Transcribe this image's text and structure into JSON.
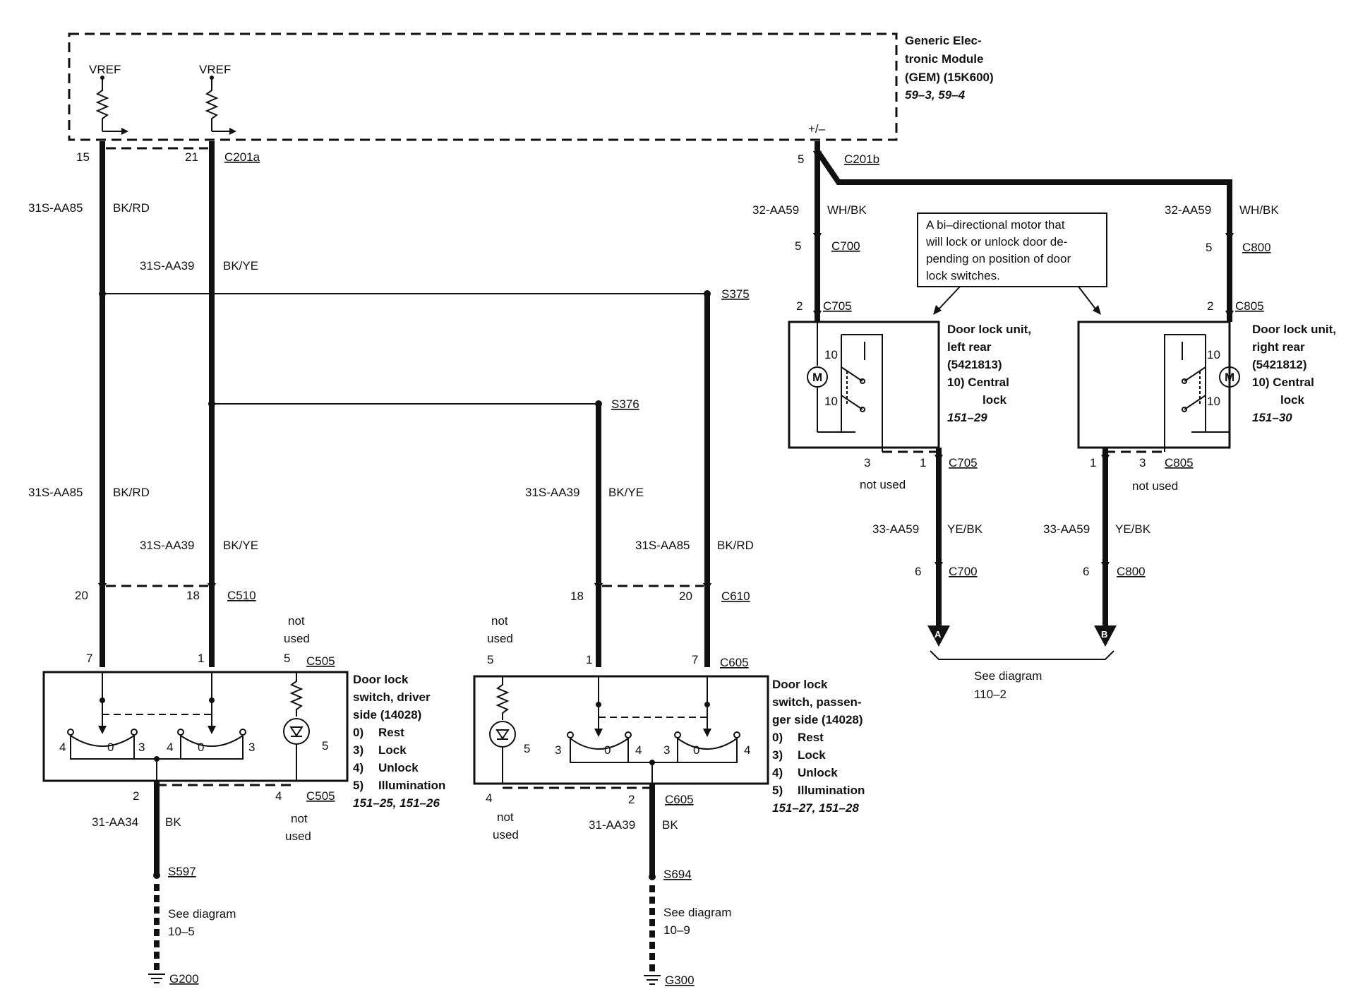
{
  "gem": {
    "vref_left": "VREF",
    "vref_right": "VREF",
    "title": [
      "Generic Elec-",
      "tronic Module",
      "(GEM) (15K600)"
    ],
    "pages": "59–3, 59–4",
    "plusminus": "+/–",
    "pin_15": "15",
    "pin_21": "21",
    "conn_a": "C201a",
    "pin_5": "5",
    "conn_b": "C201b"
  },
  "left_harness": {
    "circuit_85_top": "31S-AA85",
    "color_85_top": "BK/RD",
    "circuit_39_top": "31S-AA39",
    "color_39_top": "BK/YE",
    "circuit_85_mid": "31S-AA85",
    "color_85_mid": "BK/RD",
    "circuit_39_mid": "31S-AA39",
    "color_39_mid": "BK/YE",
    "pin_20": "20",
    "pin_18": "18",
    "conn": "C510",
    "splice_s376": "S376"
  },
  "driver_switch": {
    "pin_7": "7",
    "pin_1": "1",
    "pin_5": "5",
    "conn_top": "C505",
    "not_used_top": [
      "not",
      "used"
    ],
    "title": [
      "Door lock",
      "switch, driver",
      "side (14028)"
    ],
    "positions": [
      {
        "n": "0)",
        "t": "Rest"
      },
      {
        "n": "3)",
        "t": "Lock"
      },
      {
        "n": "4)",
        "t": "Unlock"
      },
      {
        "n": "5)",
        "t": "Illumination"
      }
    ],
    "pages": "151–25, 151–26",
    "contact_labels": [
      "4",
      "0",
      "3",
      "4",
      "0",
      "3"
    ],
    "lamp_pin": "5",
    "pin_2": "2",
    "pin_4": "4",
    "conn_bottom": "C505",
    "not_used_bottom": [
      "not",
      "used"
    ],
    "circuit": "31-AA34",
    "color": "BK",
    "splice": "S597",
    "see_diagram": [
      "See diagram",
      "10–5"
    ],
    "ground": "G200"
  },
  "passenger_switch": {
    "splice_s375": "S375",
    "circuit_39": "31S-AA39",
    "color_39": "BK/YE",
    "circuit_85": "31S-AA85",
    "color_85": "BK/RD",
    "pin_18": "18",
    "pin_20": "20",
    "conn_c610": "C610",
    "not_used_top": [
      "not",
      "used"
    ],
    "pin_5": "5",
    "pin_1": "1",
    "pin_7": "7",
    "conn_top": "C605",
    "title": [
      "Door lock",
      "switch, passen-",
      "ger side (14028)"
    ],
    "positions": [
      {
        "n": "0)",
        "t": "Rest"
      },
      {
        "n": "3)",
        "t": "Lock"
      },
      {
        "n": "4)",
        "t": "Unlock"
      },
      {
        "n": "5)",
        "t": "Illumination"
      }
    ],
    "pages": "151–27, 151–28",
    "contact_labels": [
      "3",
      "0",
      "4",
      "3",
      "0",
      "4"
    ],
    "lamp_pin": "5",
    "pin_4": "4",
    "pin_2": "2",
    "conn_bottom": "C605",
    "not_used_bottom": [
      "not",
      "used"
    ],
    "circuit": "31-AA39",
    "color": "BK",
    "splice": "S694",
    "see_diagram": [
      "See diagram",
      "10–9"
    ],
    "ground": "G300"
  },
  "left_rear": {
    "circuit_top": "32-AA59",
    "color_top": "WH/BK",
    "pin_c700": "5",
    "conn_c700": "C700",
    "pin_c705": "2",
    "conn_c705": "C705",
    "title": [
      "Door lock unit,",
      "left rear",
      "(5421813)",
      "10) Central",
      "lock"
    ],
    "pages": "151–29",
    "motor": "M",
    "pos_top": "10",
    "pos_bottom": "10",
    "pin_3": "3",
    "pin_1": "1",
    "conn_bottom": "C705",
    "not_used": "not used",
    "circuit_bottom": "33-AA59",
    "color_bottom": "YE/BK",
    "pin_6": "6",
    "conn_c700_bottom": "C700",
    "arrow": "A"
  },
  "right_rear": {
    "circuit_top": "32-AA59",
    "color_top": "WH/BK",
    "pin_c800": "5",
    "conn_c800": "C800",
    "pin_c805": "2",
    "conn_c805": "C805",
    "title": [
      "Door lock unit,",
      "right rear",
      "(5421812)",
      "10) Central",
      "lock"
    ],
    "pages": "151–30",
    "motor": "M",
    "pos_top": "10",
    "pos_bottom": "10",
    "pin_1": "1",
    "pin_3": "3",
    "conn_bottom": "C805",
    "not_used": "not used",
    "circuit_bottom": "33-AA59",
    "color_bottom": "YE/BK",
    "pin_6": "6",
    "conn_c800_bottom": "C800",
    "arrow": "B"
  },
  "motor_note": [
    "A bi–directional motor that",
    "will lock or unlock door de-",
    "pending on position of door",
    "lock switches."
  ],
  "see_diagram_ab": [
    "See diagram",
    "110–2"
  ]
}
